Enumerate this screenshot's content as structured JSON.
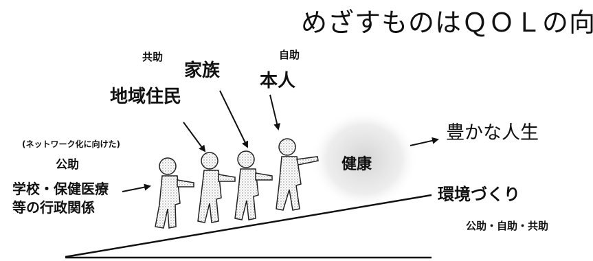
{
  "title": "めざすものはＱＯＬの向上",
  "labels": {
    "kyojo": "共助",
    "kazoku": "家族",
    "jijo": "自助",
    "honnin": "本人",
    "chiiki_jumin": "地域住民",
    "network": "(ネットワーク化に向けた)",
    "kojo": "公助",
    "gakko_line1": "学校・保健医療",
    "gakko_line2": "等の行政関係",
    "kenko": "健康",
    "yutaka_na_jinsei": "豊かな人生",
    "kankyo_zukuri": "環境づくり",
    "bottom_label": "公助・自助・共助"
  }
}
